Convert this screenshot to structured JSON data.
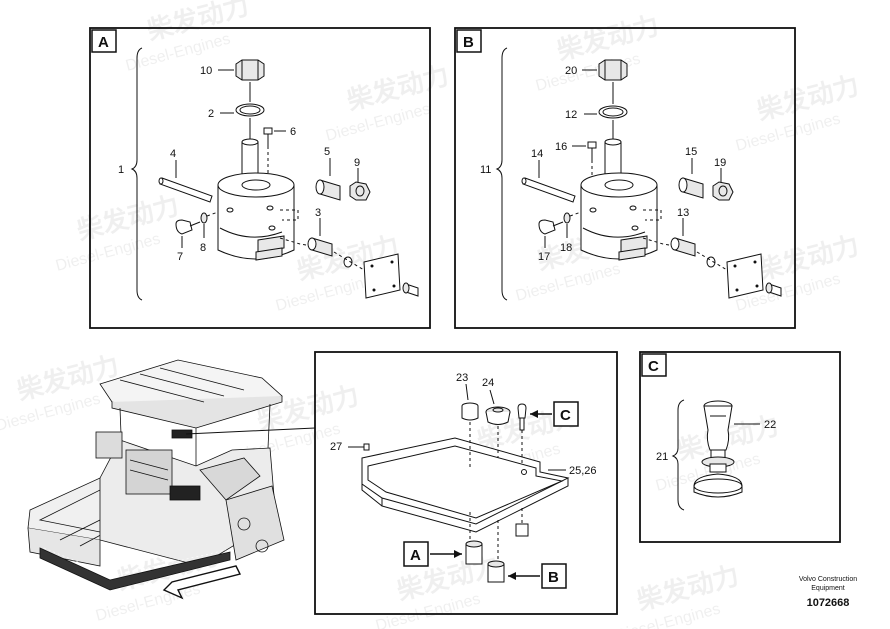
{
  "panels": {
    "A": {
      "tag": "A",
      "group": "1",
      "parts": [
        "10",
        "2",
        "6",
        "4",
        "5",
        "9",
        "3",
        "7",
        "8"
      ]
    },
    "B": {
      "tag": "B",
      "group": "11",
      "parts": [
        "20",
        "12",
        "16",
        "14",
        "15",
        "19",
        "13",
        "17",
        "18"
      ]
    },
    "C": {
      "tag": "C",
      "group": "21",
      "parts": [
        "22"
      ]
    },
    "overview": {
      "parts": [
        "23",
        "24",
        "27",
        "25,26"
      ],
      "callouts": [
        "C",
        "A",
        "B"
      ]
    }
  },
  "watermark": {
    "cn": "柴发动力",
    "en": "Diesel-Engines"
  },
  "footer": {
    "brand_line1": "Volvo Construction",
    "brand_line2": "Equipment",
    "drawing_number": "1072668"
  }
}
